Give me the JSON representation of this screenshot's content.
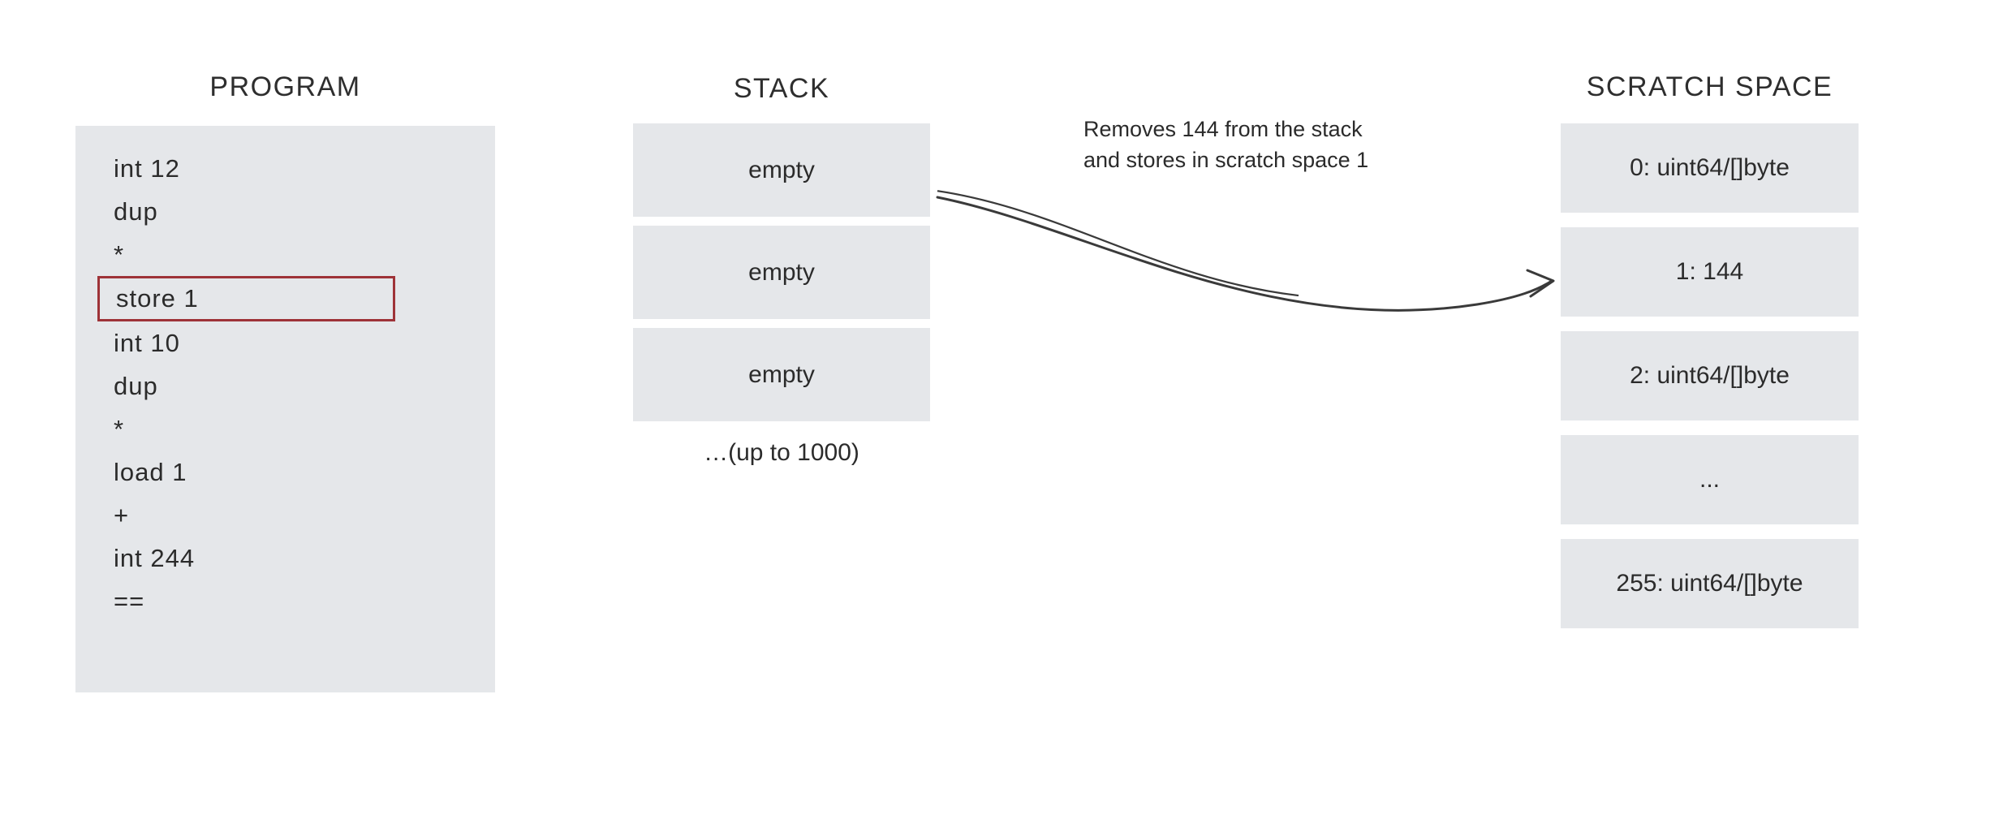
{
  "columns": {
    "program": {
      "title": "PROGRAM",
      "lines": [
        {
          "text": "int 12",
          "highlighted": false
        },
        {
          "text": "dup",
          "highlighted": false
        },
        {
          "text": "*",
          "highlighted": false
        },
        {
          "text": "store 1",
          "highlighted": true
        },
        {
          "text": "int 10",
          "highlighted": false
        },
        {
          "text": "dup",
          "highlighted": false
        },
        {
          "text": "*",
          "highlighted": false
        },
        {
          "text": "load 1",
          "highlighted": false
        },
        {
          "text": "+",
          "highlighted": false
        },
        {
          "text": "int 244",
          "highlighted": false
        },
        {
          "text": "==",
          "highlighted": false
        }
      ]
    },
    "stack": {
      "title": "STACK",
      "cells": [
        {
          "text": "empty"
        },
        {
          "text": "empty"
        },
        {
          "text": "empty"
        }
      ],
      "more_label": "…(up to 1000)"
    },
    "scratch": {
      "title": "SCRATCH SPACE",
      "cells": [
        {
          "text": "0: uint64/[]byte"
        },
        {
          "text": "1: 144"
        },
        {
          "text": "2: uint64/[]byte"
        },
        {
          "text": "..."
        },
        {
          "text": "255: uint64/[]byte"
        }
      ]
    }
  },
  "annotation": {
    "line1": "Removes 144 from the stack",
    "line2": "and stores in scratch space 1",
    "arrow_icon": "curved-arrow-icon"
  },
  "colors": {
    "panel_fill": "#e5e7ea",
    "highlight_border": "#9e3338",
    "text": "#2b2b2b",
    "arrow": "#3a3a3a",
    "background": "#ffffff"
  }
}
